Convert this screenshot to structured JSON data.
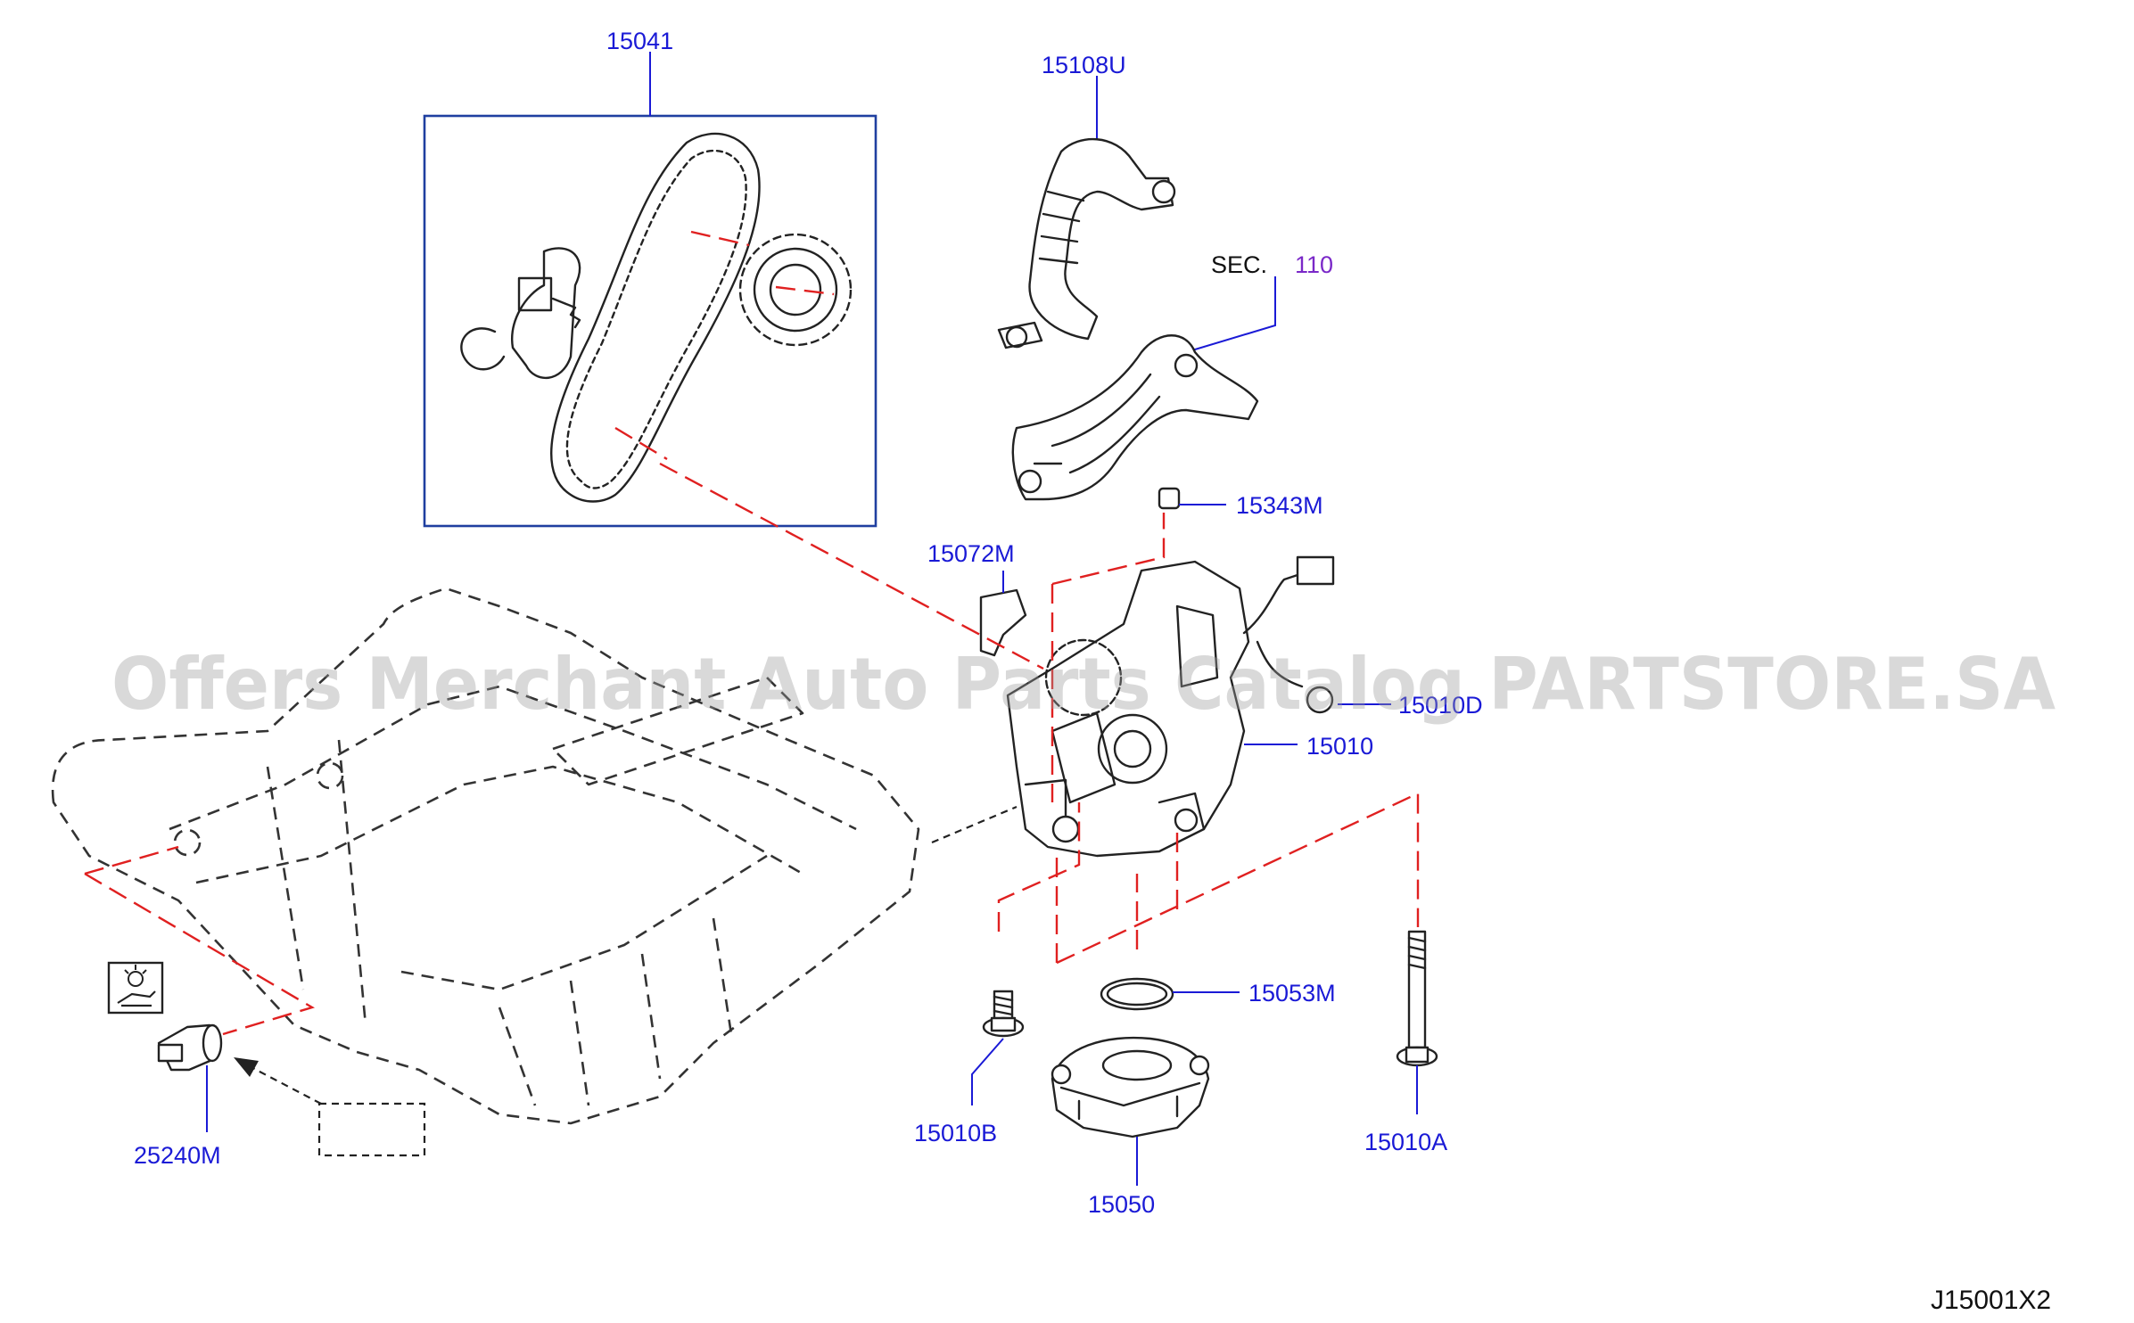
{
  "diagram": {
    "parts": {
      "p15041": "15041",
      "p15108U": "15108U",
      "sec_prefix": "SEC.",
      "sec_number": "110",
      "p15343M": "15343M",
      "p15072M": "15072M",
      "p15010D": "15010D",
      "p15010": "15010",
      "p15053M": "15053M",
      "p15010B": "15010B",
      "p15010A": "15010A",
      "p15050": "15050",
      "p25240M": "25240M"
    },
    "drawing_code": "J15001X2",
    "watermark": "Offers Merchant Auto Parts Catalog PARTSTORE.SA",
    "icons": [
      "oil-pressure-warning-icon"
    ],
    "colors": {
      "part_label": "#1a1ad6",
      "section_ref": "#7a28c8",
      "leader_red": "#e02020",
      "box_border": "#1f3fa0"
    }
  }
}
